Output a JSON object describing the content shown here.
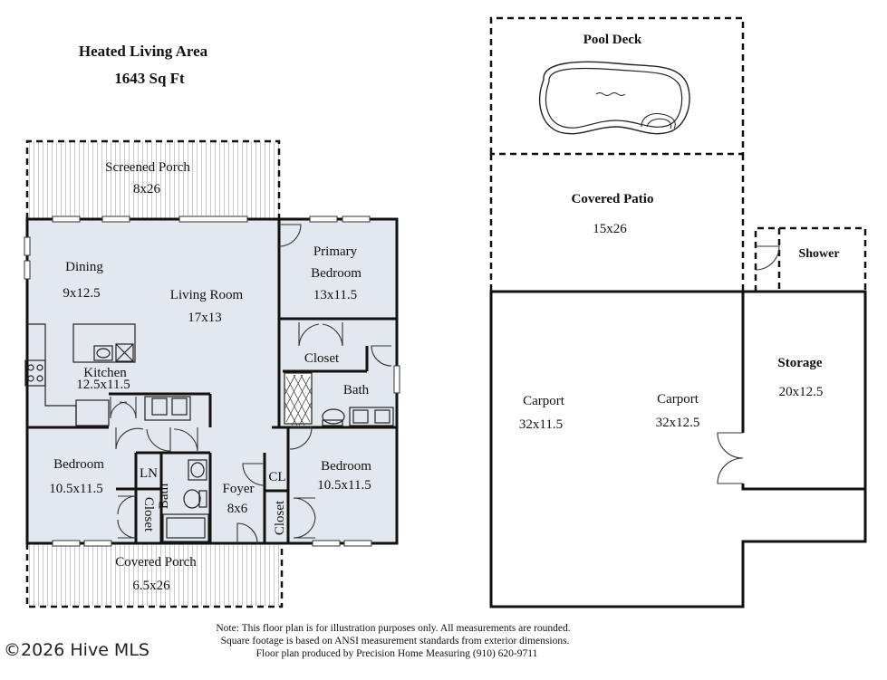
{
  "heading": {
    "title": "Heated Living Area",
    "area": "1643 Sq Ft"
  },
  "house_rooms": {
    "screened_porch": {
      "name": "Screened Porch",
      "size": "8x26"
    },
    "dining": {
      "name": "Dining",
      "size": "9x12.5"
    },
    "living_room": {
      "name": "Living Room",
      "size": "17x13"
    },
    "primary_bedroom": {
      "name_line1": "Primary",
      "name_line2": "Bedroom",
      "size": "13x11.5"
    },
    "primary_closet": {
      "name": "Closet"
    },
    "kitchen": {
      "name": "Kitchen",
      "size": "12.5x11.5"
    },
    "primary_bath": {
      "name": "Bath"
    },
    "bedroom_left": {
      "name": "Bedroom",
      "size": "10.5x11.5"
    },
    "linen": {
      "name": "LN"
    },
    "closet_left": {
      "name": "Closet"
    },
    "bath_hall": {
      "name": "Bath"
    },
    "foyer": {
      "name": "Foyer",
      "size": "8x6"
    },
    "coat_closet": {
      "name": "CL"
    },
    "closet_right": {
      "name": "Closet"
    },
    "bedroom_right": {
      "name": "Bedroom",
      "size": "10.5x11.5"
    },
    "covered_porch": {
      "name": "Covered Porch",
      "size": "6.5x26"
    }
  },
  "outbuilding": {
    "pool_deck": {
      "name": "Pool Deck"
    },
    "covered_patio": {
      "name": "Covered Patio",
      "size": "15x26"
    },
    "shower": {
      "name": "Shower"
    },
    "storage": {
      "name": "Storage",
      "size": "20x12.5"
    },
    "carport_left": {
      "name": "Carport",
      "size": "32x11.5"
    },
    "carport_right": {
      "name": "Carport",
      "size": "32x12.5"
    }
  },
  "footer": {
    "note_line1": "Note: This floor plan is for illustration purposes only. All measurements are rounded.",
    "note_line2": "Square footage is based on ANSI measurement standards from exterior dimensions.",
    "note_line3": "Floor plan produced by Precision Home Measuring (910) 620-9711",
    "watermark": "©2026 Hive MLS"
  },
  "colors": {
    "room_fill": "#e3e8ef",
    "wall": "#111111",
    "porch_hatch": "#c9c9c9"
  }
}
